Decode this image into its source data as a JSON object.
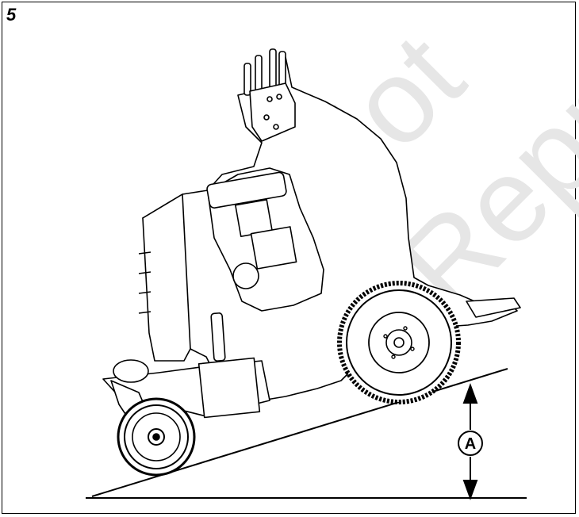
{
  "figure": {
    "number": "5"
  },
  "watermark": {
    "line1": "Not",
    "line2": "Repro"
  },
  "callout": {
    "label": "A"
  }
}
